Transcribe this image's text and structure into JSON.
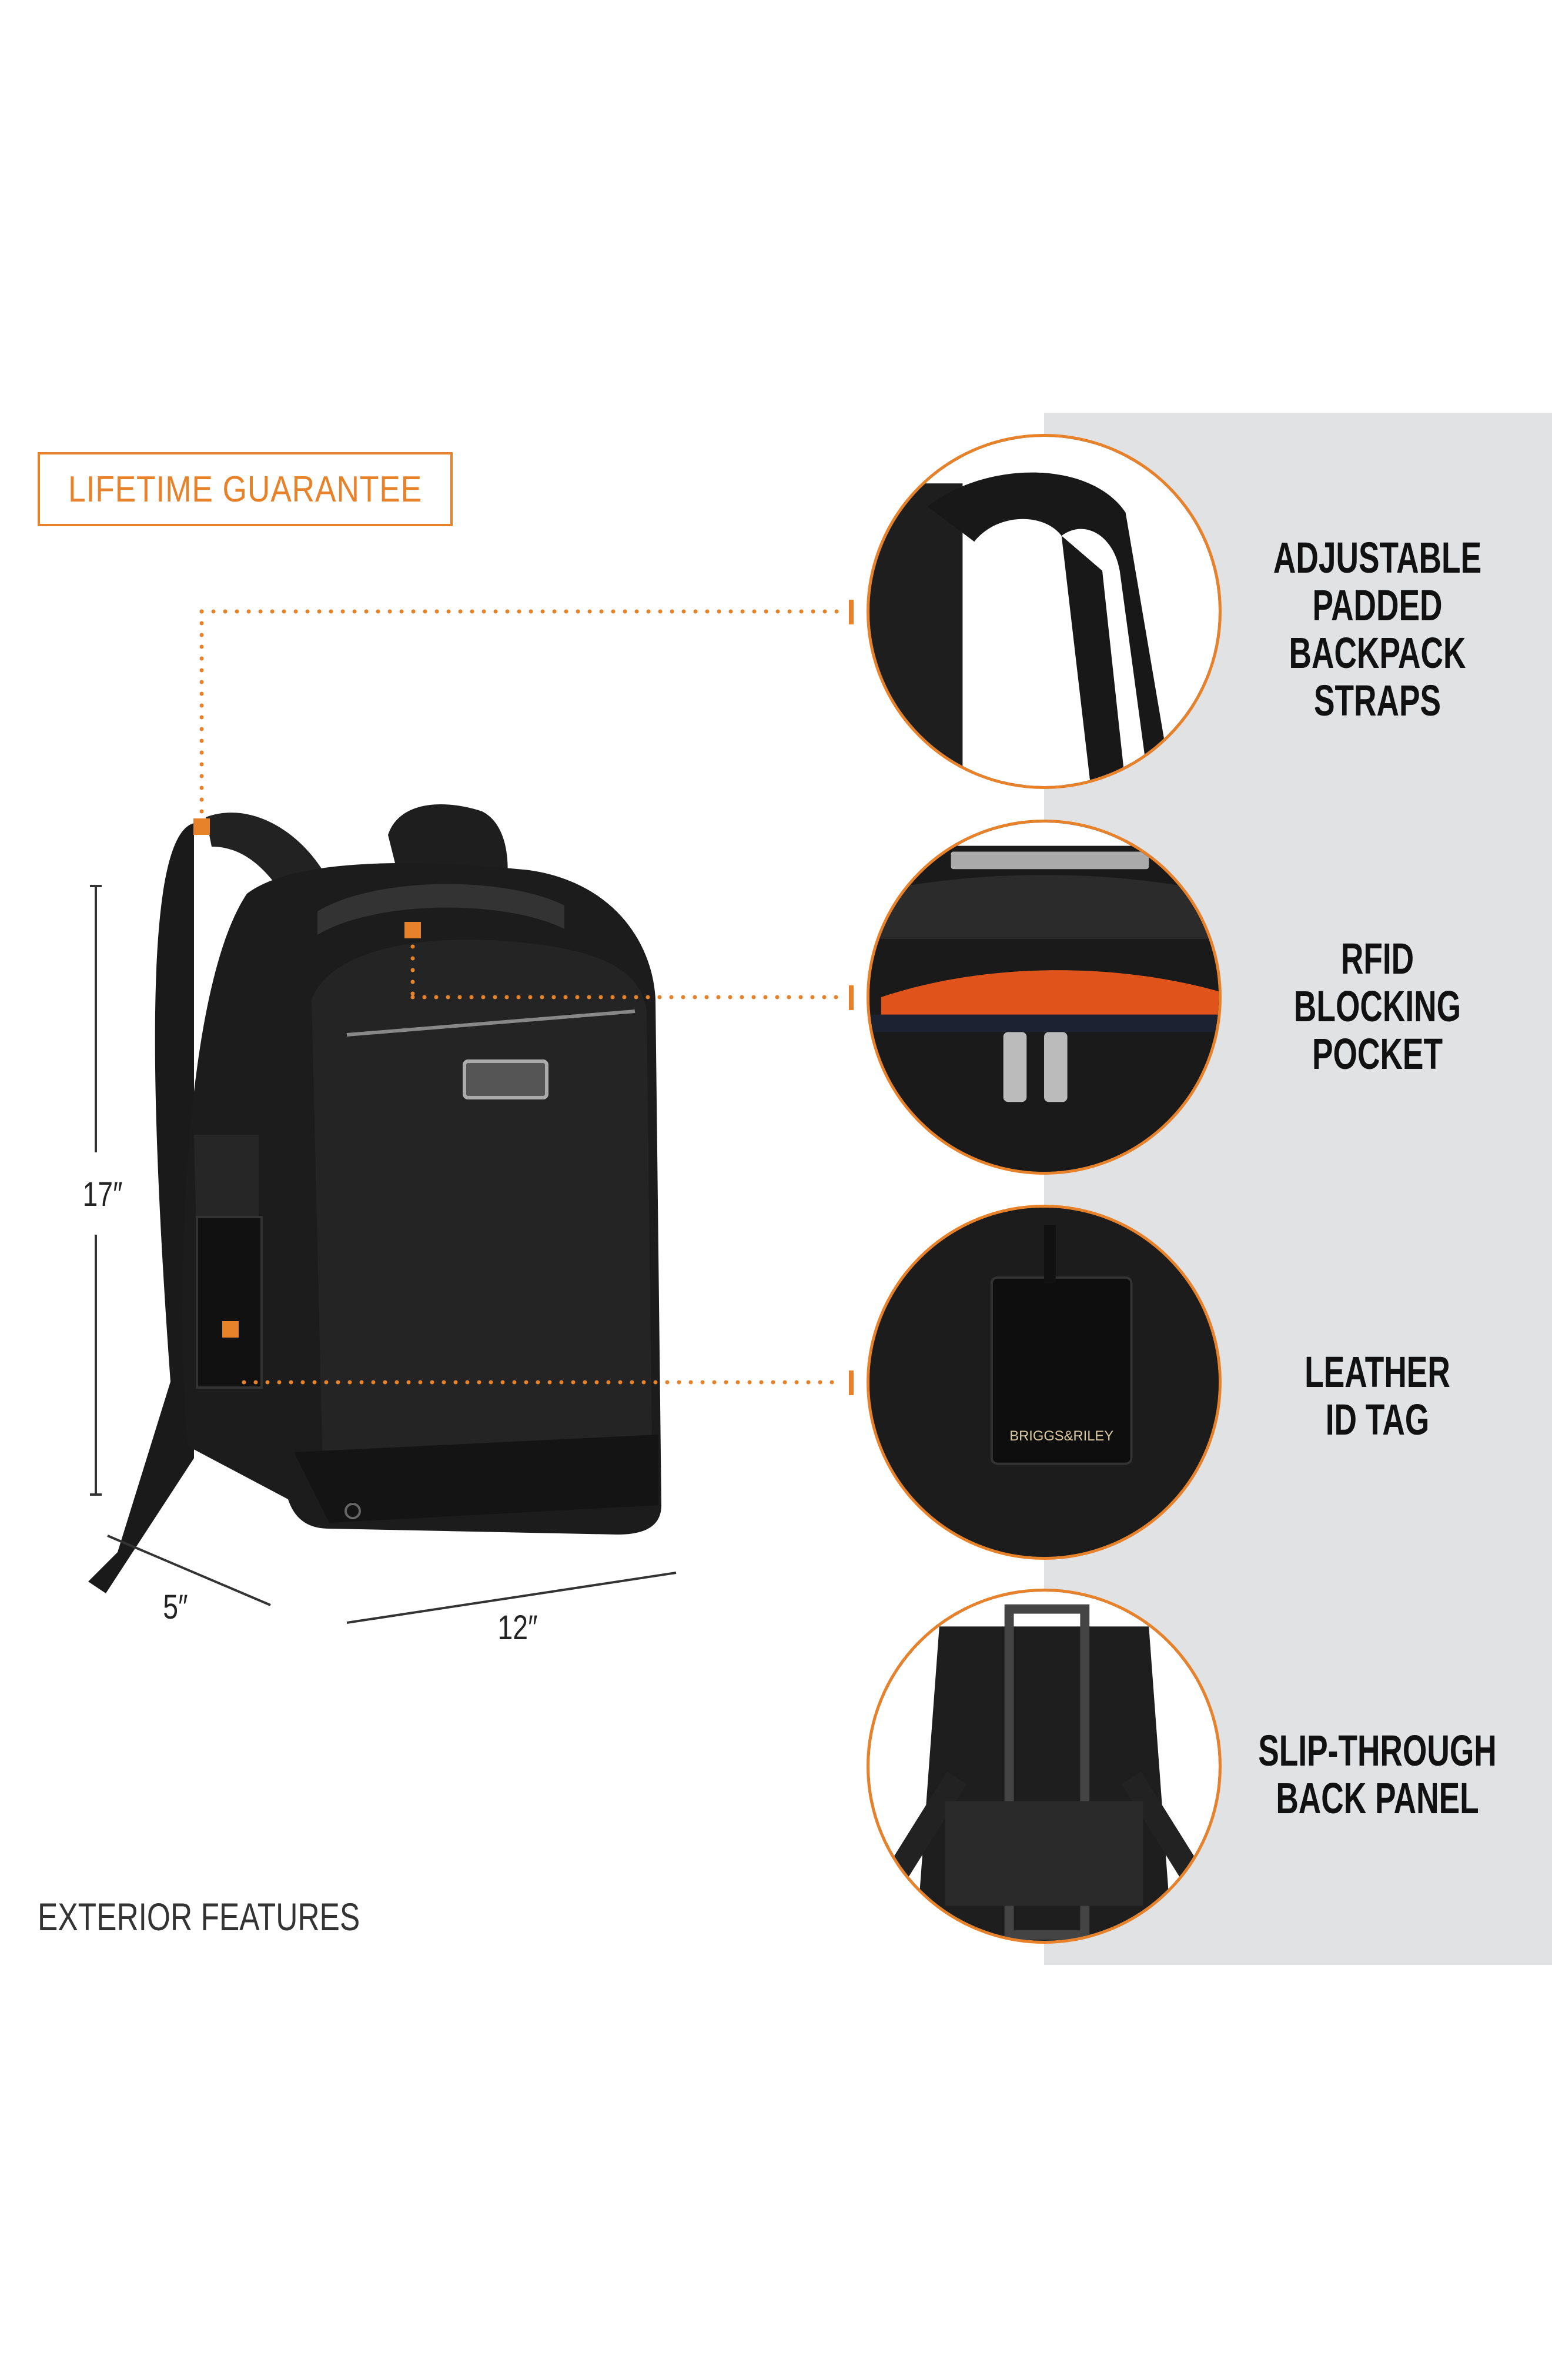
{
  "badge": {
    "label": "LIFETIME GUARANTEE"
  },
  "colors": {
    "accent": "#e8822a",
    "panel": "#e1e2e4",
    "text": "#111111"
  },
  "features": [
    {
      "lines": [
        "ADJUSTABLE",
        "PADDED",
        "BACKPACK",
        "STRAPS"
      ]
    },
    {
      "lines": [
        "RFID",
        "BLOCKING",
        "POCKET"
      ]
    },
    {
      "lines": [
        "LEATHER",
        "ID TAG"
      ],
      "tag_brand": "BRIGGS&RILEY"
    },
    {
      "lines": [
        "SLIP-THROUGH",
        "BACK PANEL"
      ]
    }
  ],
  "dimensions": {
    "height": "17″",
    "depth": "5″",
    "width": "12″"
  },
  "footer": {
    "label": "EXTERIOR FEATURES"
  }
}
